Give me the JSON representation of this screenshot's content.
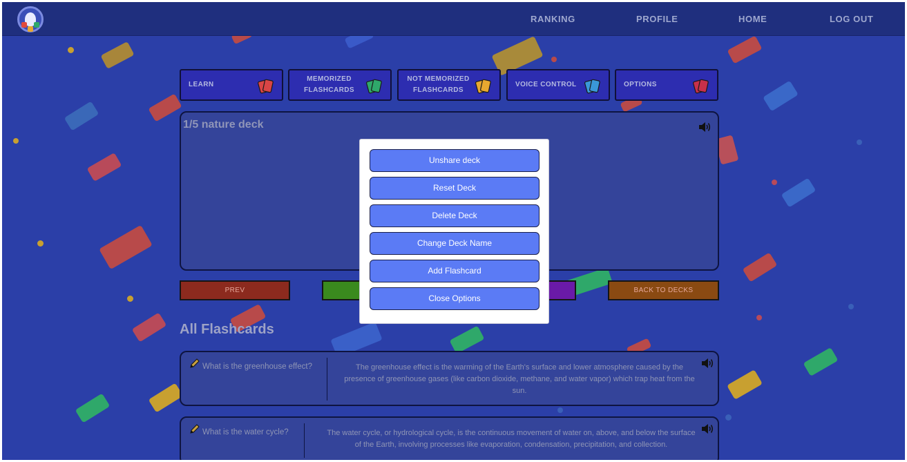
{
  "navbar": {
    "links": [
      "RANKING",
      "PROFILE",
      "HOME",
      "LOG OUT"
    ]
  },
  "modes": [
    {
      "label_line1": "LEARN",
      "label_line2": "",
      "icon_color": "#d94545"
    },
    {
      "label_line1": "MEMORIZED",
      "label_line2": "FLASHCARDS",
      "icon_color": "#2fa86a"
    },
    {
      "label_line1": "NOT MEMORIZED",
      "label_line2": "FLASHCARDS",
      "icon_color": "#e8a830"
    },
    {
      "label_line1": "VOICE CONTROL",
      "label_line2": "",
      "icon_color": "#3a98d8"
    },
    {
      "label_line1": "OPTIONS",
      "label_line2": "",
      "icon_color": "#c8304a"
    }
  ],
  "panel": {
    "title": "1/5 nature deck"
  },
  "actions": {
    "prev": "PREV",
    "back": "BACK TO DECKS"
  },
  "section": {
    "title": "All Flashcards"
  },
  "flashcards": [
    {
      "question": "What is the greenhouse effect?",
      "answer": "The greenhouse effect is the warming of the Earth's surface and lower atmosphere caused by the presence of greenhouse gases (like carbon dioxide, methane, and water vapor) which trap heat from the sun."
    },
    {
      "question": "What is the water cycle?",
      "answer": "The water cycle, or hydrological cycle, is the continuous movement of water on, above, and below the surface of the Earth, involving processes like evaporation, condensation, precipitation, and collection."
    }
  ],
  "modal": {
    "buttons": [
      "Unshare deck",
      "Reset Deck",
      "Delete Deck",
      "Change Deck Name",
      "Add Flashcard",
      "Close Options"
    ]
  },
  "colors": {
    "background": "#2b3fa8",
    "navbar": "#1f2f7e",
    "modal_button": "#5b7bf5",
    "prev_button": "#8c2a1e",
    "next_button": "#3a8a1e",
    "voice_button": "#6a1aa8",
    "back_button": "#8a4a12"
  }
}
